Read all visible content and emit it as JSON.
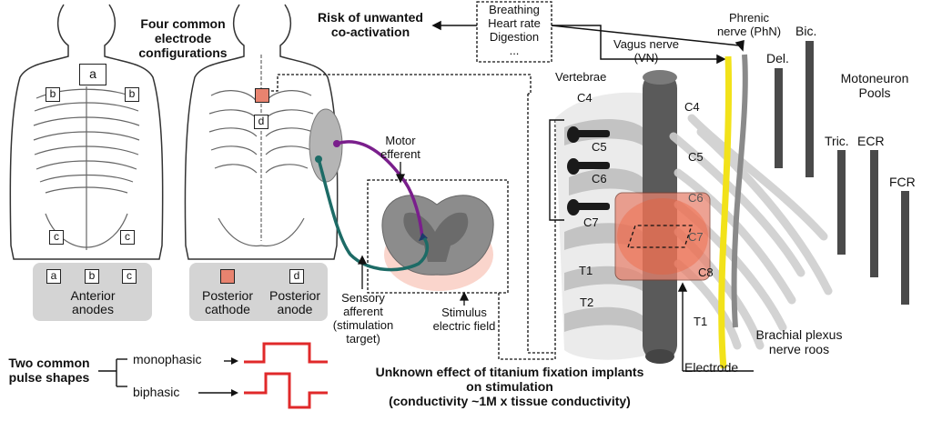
{
  "configs_title": [
    "Four common",
    "electrode",
    "configurations"
  ],
  "electrodes": {
    "a": "a",
    "b": "b",
    "c": "c",
    "d": "d"
  },
  "anterior_label": [
    "Anterior",
    "anodes"
  ],
  "posterior_cathode_label": [
    "Posterior",
    "cathode"
  ],
  "posterior_anode_label": [
    "Posterior",
    "anode"
  ],
  "risk_title": [
    "Risk of unwanted",
    "co-activation"
  ],
  "coactivation_items": [
    "Breathing",
    "Heart rate",
    "Digestion",
    "..."
  ],
  "phrenic_label": [
    "Phrenic",
    "nerve (PhN)"
  ],
  "vagus_label": [
    "Vagus nerve",
    "(VN)"
  ],
  "vertebrae_label": "Vertebrae",
  "motor_label": [
    "Motor",
    "efferent"
  ],
  "sensory_label": [
    "Sensory",
    "afferent",
    "(stimulation",
    "target)"
  ],
  "field_label": [
    "Stimulus",
    "electric field"
  ],
  "pulse_title": [
    "Two common",
    "pulse shapes"
  ],
  "monophasic": "monophasic",
  "biphasic": "biphasic",
  "titanium_label": [
    "Unknown effect of titanium fixation implants",
    "on stimulation",
    "(conductivity ~1M x tissue conductivity)"
  ],
  "electrode_label": "Electrode",
  "plexus_label": [
    "Brachial plexus",
    "nerve roos"
  ],
  "pools_label": [
    "Motoneuron",
    "Pools"
  ],
  "muscles": {
    "bic": "Bic.",
    "del": "Del.",
    "tric": "Tric.",
    "ecr": "ECR",
    "fcr": "FCR"
  },
  "levels_left": [
    "C4",
    "C5",
    "C6",
    "C7",
    "T1",
    "T2"
  ],
  "levels_right": [
    "C4",
    "C5",
    "C6",
    "C7",
    "C8",
    "T1"
  ],
  "colors": {
    "cathode": "#e8836f",
    "pulse": "#e0292a",
    "motor": "#7a1f8c",
    "sensory": "#1d6b66",
    "vagus": "#f2e21a",
    "pool": "#4a4a4a"
  }
}
